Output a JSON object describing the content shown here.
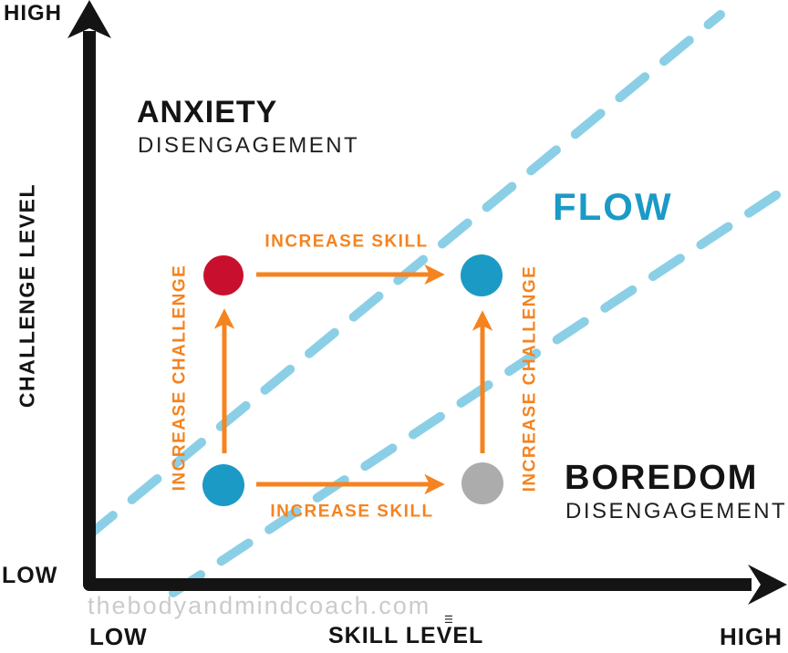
{
  "colors": {
    "text_black": "#141414",
    "axis_black": "#141414",
    "orange": "#F5831F",
    "flow_blue": "#1B9AC6",
    "dash_blue": "#8BCFE6",
    "dot_red": "#C8102E",
    "dot_gray": "#ACACAC",
    "watermark_gray": "#CBCBCB"
  },
  "axes": {
    "y": {
      "title": "CHALLENGE LEVEL",
      "high": "HIGH",
      "low": "LOW"
    },
    "x": {
      "title": "SKILL LEVEL",
      "high": "HIGH",
      "low": "LOW"
    }
  },
  "regions": {
    "anxiety": {
      "title": "ANXIETY",
      "subtitle": "DISENGAGEMENT"
    },
    "flow": {
      "title": "FLOW"
    },
    "boredom": {
      "title": "BOREDOM",
      "subtitle": "DISENGAGEMENT"
    }
  },
  "arrow_labels": {
    "increase_skill_top": "INCREASE SKILL",
    "increase_skill_bottom": "INCREASE SKILL",
    "increase_challenge_left": "INCREASE CHALLENGE",
    "increase_challenge_right": "INCREASE CHALLENGE"
  },
  "dots": [
    {
      "id": "start-state",
      "zone": "low skill / low challenge",
      "color_ref": "flow_blue"
    },
    {
      "id": "anxiety-state",
      "zone": "low skill / high challenge",
      "color_ref": "dot_red"
    },
    {
      "id": "flow-state",
      "zone": "high skill / high challenge",
      "color_ref": "flow_blue"
    },
    {
      "id": "boredom-state",
      "zone": "high skill / low challenge",
      "color_ref": "dot_gray"
    }
  ],
  "flow_channel": {
    "style": "dashed",
    "lines": 2,
    "color_ref": "dash_blue"
  },
  "watermark": "thebodyandmindcoach.com",
  "x_axis_artifact": "☰"
}
